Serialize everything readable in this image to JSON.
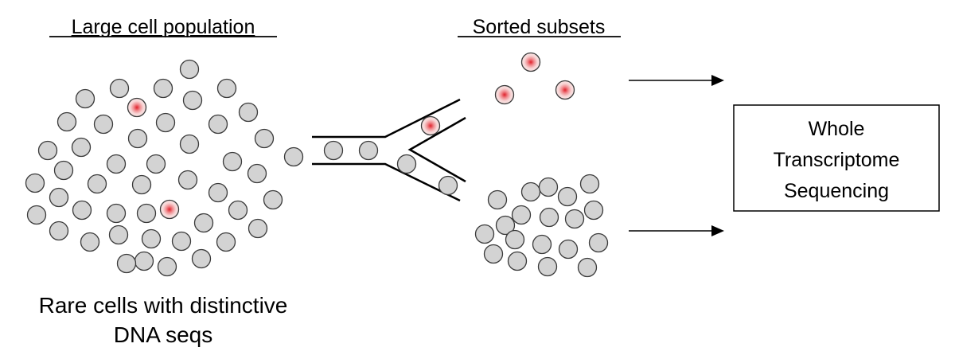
{
  "titles": {
    "population": "Large cell population",
    "sorted": "Sorted subsets"
  },
  "caption": {
    "line1": "Rare cells with distinctive",
    "line2": "DNA seqs"
  },
  "output_box": {
    "line1": "Whole",
    "line2": "Transcriptome",
    "line3": "Sequencing"
  },
  "colors": {
    "cell_fill": "#d3d3d3",
    "cell_stroke": "#3a3a3a",
    "rare_cell_fill": "#f6cfcf",
    "rare_cell_core": "#e0202a",
    "line": "#000000"
  }
}
